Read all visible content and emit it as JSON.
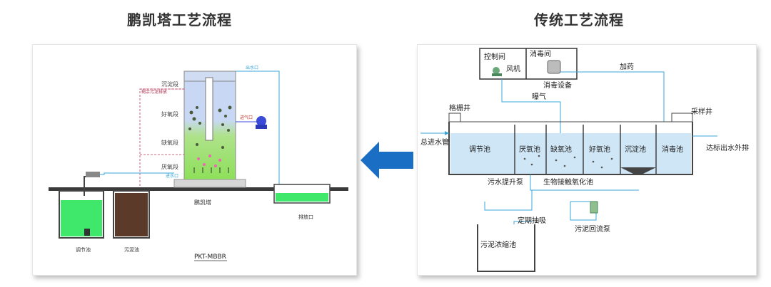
{
  "titles": {
    "left": "鹏凯塔工艺流程",
    "right": "传统工艺流程"
  },
  "left": {
    "stages": [
      "沉淀段",
      "好氧段",
      "缺氧段",
      "厌氧段"
    ],
    "return_label": "剩余污泥排放",
    "outlet_label": "出水口",
    "air_inlet": "进气口",
    "water_inlet": "进水口",
    "tower": "鹏凯塔",
    "outlet": "排放口",
    "tank_regulating": "调节池",
    "tank_sludge": "污泥池",
    "model": "PKT-MBBR"
  },
  "right": {
    "control_room": "控制间",
    "disinfection_room": "消毒间",
    "blower": "风机",
    "disinfection_device": "消毒设备",
    "dosing": "加药",
    "aeration": "曝气",
    "grille_well": "格栅井",
    "sampling_well": "采样井",
    "inlet_pipe": "总进水管",
    "discharge": "达标出水外排",
    "tanks": [
      "调节池",
      "厌氧池",
      "缺氧池",
      "好氧池",
      "沉淀池",
      "消毒池"
    ],
    "pump": "污水提升泵",
    "bio_tank": "生物接触氧化池",
    "pump_out": "定期抽吸",
    "sludge_thickener": "污泥浓缩池",
    "sludge_return_pump": "污泥回流泵"
  }
}
